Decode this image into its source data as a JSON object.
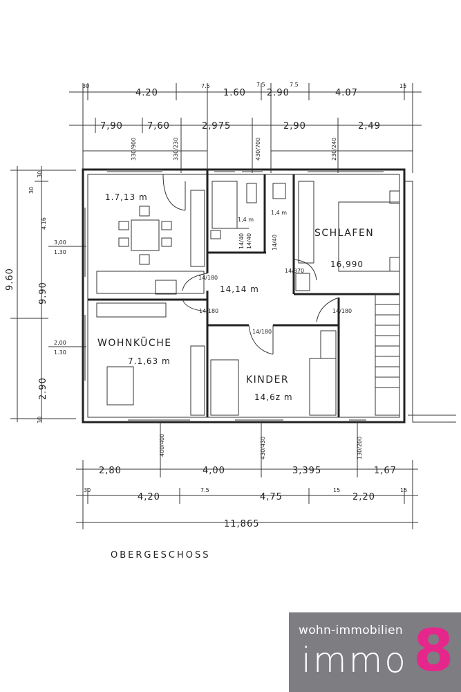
{
  "title": "OBERGESCHOSS",
  "rooms": {
    "dining_area": "1.7,13 m",
    "bath_area": "1,4 m",
    "wc_area": "1,4 m",
    "bedroom_name": "SCHLAFEN",
    "bedroom_area": "16,990",
    "hall_area": "14,14 m",
    "living_name": "WOHNKÜCHE",
    "living_area": "7.1,63 m",
    "kids_name": "KINDER",
    "kids_area": "14,6z m"
  },
  "dims_top_1": [
    "30",
    "4.20",
    "7.5",
    "1.60",
    "7.5",
    "2.90",
    "7.5",
    "4.07",
    "15"
  ],
  "dims_top_2": [
    "7,90",
    "7,60",
    "2,975",
    "2,90",
    "2,49"
  ],
  "dims_bottom_1": [
    "2,80",
    "4,00",
    "3,395",
    "1,67"
  ],
  "dims_bottom_2": [
    "30",
    "4,20",
    "7.5",
    "4,75",
    "15",
    "2,20",
    "15"
  ],
  "dim_total": "11,865",
  "dims_left": [
    "9.60",
    "9.90",
    "2.90",
    "30",
    "30",
    "30",
    "4.16"
  ],
  "window_labels_top": [
    "330/900",
    "330/230",
    "430/700",
    "230/240"
  ],
  "window_labels_bottom": [
    "400/400",
    "430/430",
    "130/200"
  ],
  "window_labels_left": [
    "3,00",
    "1.30",
    "2,00",
    "1.30"
  ],
  "door_labels": [
    "14/180",
    "14/180",
    "14/180",
    "14/370",
    "14/180",
    "14/40",
    "14/40",
    "14/40"
  ],
  "logo": {
    "tagline": "wohn-immobilien",
    "word": "immo",
    "number": "8"
  },
  "colors": {
    "logo_bg": "#7e7d82",
    "logo_accent": "#e5278c",
    "ink": "#222222"
  }
}
